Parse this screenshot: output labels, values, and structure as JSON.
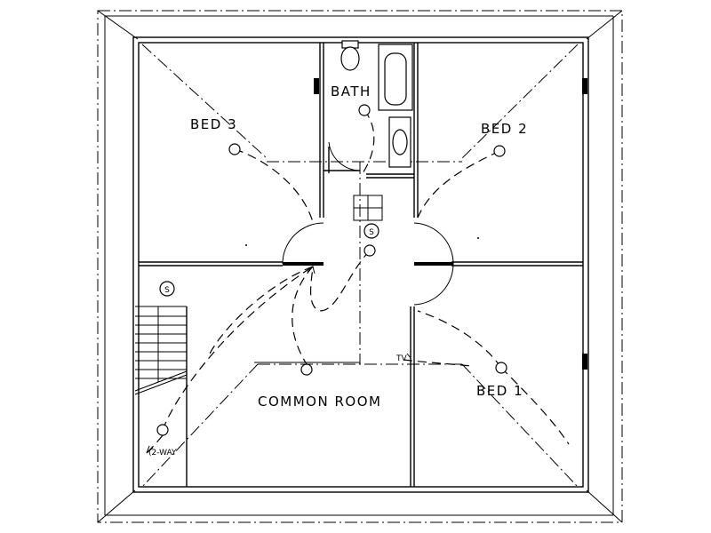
{
  "rooms": {
    "bed3": "BED 3",
    "bath": "BATH",
    "bed2": "BED 2",
    "bed1": "BED 1",
    "common": "COMMON ROOM"
  },
  "symbols": {
    "smoke_hall": "S",
    "smoke_common": "S",
    "tv": "TV",
    "two_way": "(2-WAY"
  }
}
